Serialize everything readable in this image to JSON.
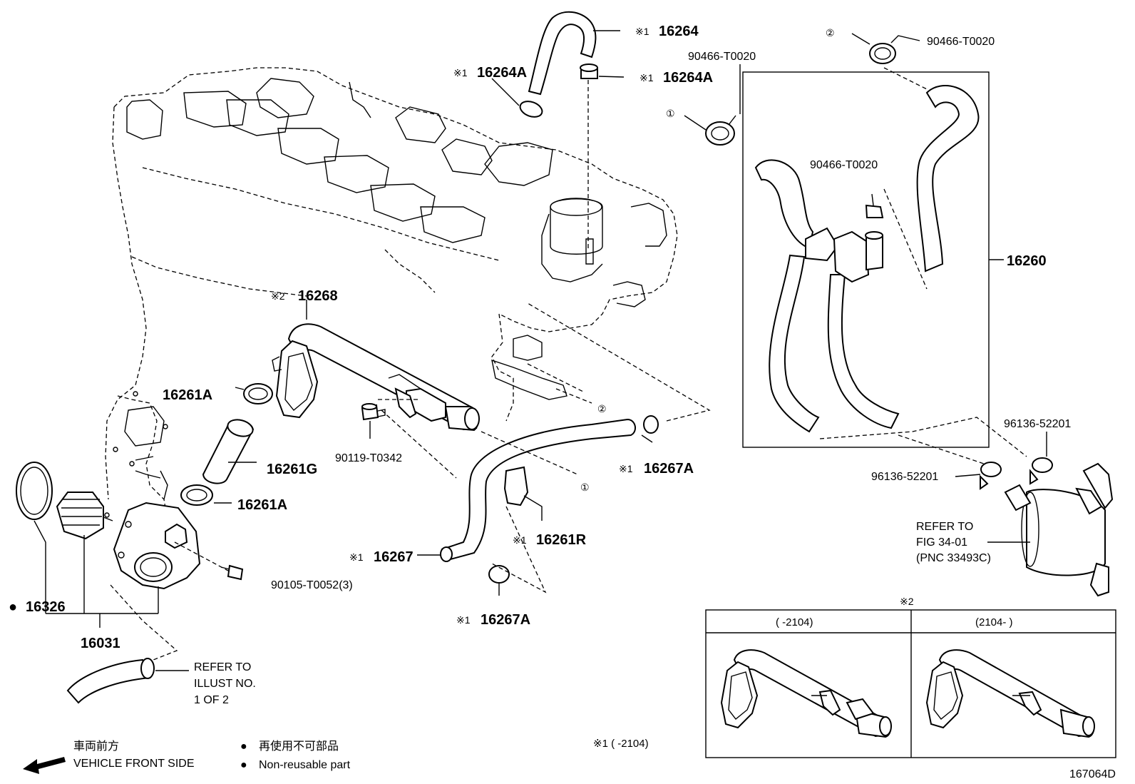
{
  "labels": {
    "l16264": "16264",
    "l16264A_left": "16264A",
    "l16264A_right": "16264A",
    "l16268": "16268",
    "l16261A_top": "16261A",
    "l16261G": "16261G",
    "l16261A_bottom": "16261A",
    "l16267A_right": "16267A",
    "l16261R": "16261R",
    "l16267": "16267",
    "l16267A_bottom": "16267A",
    "l16326": "16326",
    "l16031": "16031",
    "l16260": "16260",
    "p90466_top": "90466-T0020",
    "p90466_mid": "90466-T0020",
    "p90466_right": "90466-T0020",
    "p90119": "90119-T0342",
    "p90105": "90105-T0052(3)",
    "p96136_right": "96136-52201",
    "p96136_left": "96136-52201"
  },
  "marks": {
    "kome1": "※1",
    "kome2": "※2",
    "circle1": "①",
    "circle2": "②",
    "dot": "●"
  },
  "refer_oilcooler": [
    "REFER TO",
    "FIG 34-01",
    "(PNC 33493C)"
  ],
  "refer_illust": [
    "REFER TO",
    "ILLUST NO.",
    "1 OF 2"
  ],
  "inset": {
    "note": "※2",
    "col_left": "(      -2104)",
    "col_right": "(2104-      )"
  },
  "footnote_kome1": "※1 (        -2104)",
  "legend": {
    "front_jp": "車両前方",
    "front_en": "VEHICLE FRONT SIDE",
    "nonreuse_jp": "再使用不可部品",
    "nonreuse_en": "Non-reusable part"
  },
  "figure_id": "167064D"
}
